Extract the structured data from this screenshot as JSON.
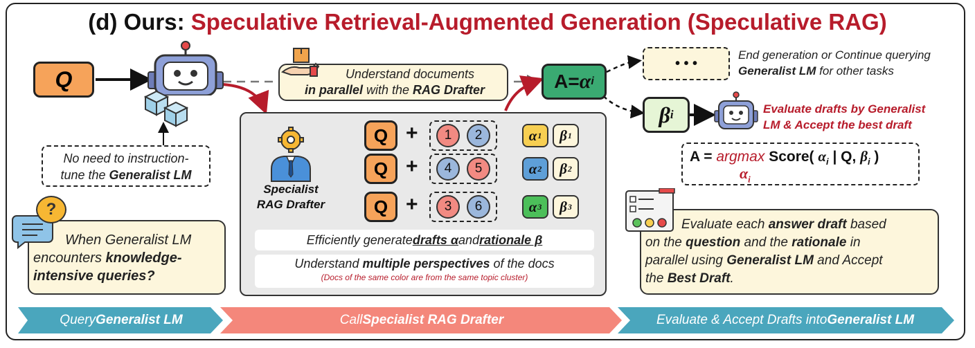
{
  "title": {
    "prefix": "(d) Ours: ",
    "accent": "Speculative Retrieval-Augmented Generation (Speculative RAG)"
  },
  "query": {
    "label": "Q"
  },
  "no_tune": {
    "line1": "No need to instruction-",
    "line2_pre": "tune the ",
    "line2_bold": "Generalist LM"
  },
  "question_bubble": {
    "mark": "?",
    "line1": "When Generalist LM",
    "line2_pre": "encounters ",
    "line2_bold": "knowledge-",
    "line3_bold": "intensive queries?"
  },
  "understand_docs": {
    "line1": "Understand documents",
    "line2_bold1": "in parallel",
    "line2_mid": " with the ",
    "line2_bold2": "RAG Drafter"
  },
  "answer": {
    "label": "A=",
    "symbol": "α",
    "sub": "i"
  },
  "end_box": {
    "dots": "• • •",
    "line1": "End generation or Continue querying",
    "line2_bold": "Generalist LM",
    "line2_rest": " for other tasks"
  },
  "beta_box": {
    "symbol": "β",
    "sub": "i"
  },
  "evaluate_red": {
    "line1": "Evaluate drafts by Generalist",
    "line2": "LM & Accept the best draft"
  },
  "formula": {
    "lhs": "A = ",
    "argmax": "argmax",
    "score": " Score( ",
    "alpha": "α",
    "alpha_sub": "i",
    "bar": " | Q, ",
    "beta": "β",
    "beta_sub": "i",
    "close": " )",
    "under": "α",
    "under_sub": "i"
  },
  "specialist": {
    "line1": "Specialist",
    "line2": "RAG Drafter"
  },
  "rows": [
    {
      "q": "Q",
      "plus": "+",
      "doc_a": "1",
      "doc_b": "2",
      "alpha": "α",
      "beta": "β",
      "sub": "1"
    },
    {
      "q": "Q",
      "plus": "+",
      "doc_a": "4",
      "doc_b": "5",
      "alpha": "α",
      "beta": "β",
      "sub": "2"
    },
    {
      "q": "Q",
      "plus": "+",
      "doc_a": "3",
      "doc_b": "6",
      "alpha": "α",
      "beta": "β",
      "sub": "3"
    }
  ],
  "efficient": {
    "pre": "Efficiently generate ",
    "u1": "drafts α",
    "mid": " and ",
    "u2": "rationale β"
  },
  "perspectives": {
    "pre": "Understand ",
    "bold": "multiple perspectives",
    "post": " of the docs",
    "sub": "(Docs of the same color are from the same topic cluster)"
  },
  "evaluate_box": {
    "l1_pre": "Evaluate each ",
    "l1_bold": "answer draft",
    "l1_post": " based",
    "l2_pre": "on the ",
    "l2_bold1": "question",
    "l2_mid": " and the ",
    "l2_bold2": "rationale",
    "l2_post": " in",
    "l3_pre": "parallel using ",
    "l3_bold": "Generalist LM",
    "l3_post": " and Accept",
    "l4_pre": "the ",
    "l4_bold": "Best Draft",
    "l4_post": "."
  },
  "bars": [
    {
      "pre": "Query ",
      "bold": "Generalist LM",
      "post": ""
    },
    {
      "pre": "Call ",
      "bold": "Specialist RAG Drafter",
      "post": ""
    },
    {
      "pre": "Evaluate & Accept Drafts into ",
      "bold": "Generalist LM",
      "post": ""
    }
  ],
  "colors": {
    "accent": "#b71c2b",
    "orange": "#f6a35a",
    "green": "#3aaa72",
    "cream": "#fdf6dc",
    "teal_bar": "#4aa6bd",
    "salmon_bar": "#f4877b",
    "blue_bar": "#4aa6bd",
    "alpha_yellow": "#f7cf52",
    "alpha_blue": "#5e9fd8",
    "alpha_green": "#4cbf5a",
    "doc_red": "#f28a82",
    "doc_blue": "#9bb7dc"
  },
  "icons": [
    "robot-icon",
    "cubes-icon",
    "hand-box-icon",
    "gear-person-icon",
    "speech-bubble-icon",
    "question-bubble-icon",
    "checklist-icon",
    "robot-small-icon"
  ]
}
